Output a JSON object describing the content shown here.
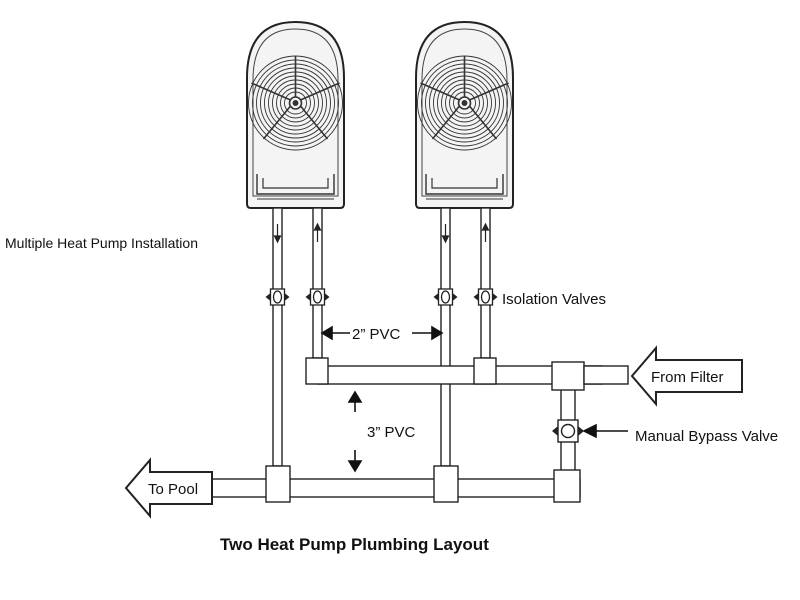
{
  "diagram": {
    "caption": "Two Heat Pump Plumbing Layout",
    "installation_label": "Multiple Heat Pump Installation",
    "labels": {
      "isolation_valves": "Isolation Valves",
      "pvc_2in": "2” PVC",
      "pvc_3in": "3” PVC",
      "from_filter": "From Filter",
      "manual_bypass_valve": "Manual Bypass Valve",
      "to_pool": "To Pool"
    },
    "heat_pumps": [
      {
        "id": "heat-pump-1"
      },
      {
        "id": "heat-pump-2"
      }
    ],
    "colors": {
      "line": "#222222",
      "background": "#ffffff"
    }
  }
}
